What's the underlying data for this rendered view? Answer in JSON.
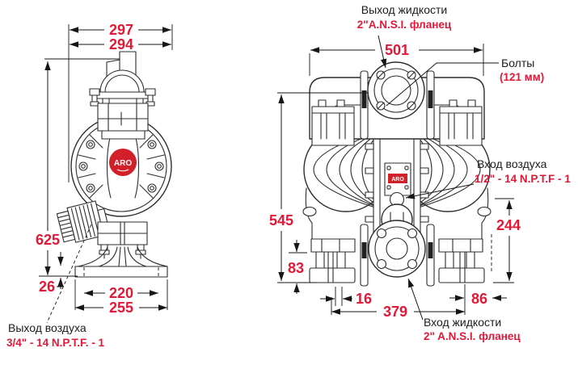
{
  "colors": {
    "dimension_red": "#e31837",
    "line_black": "#1a1a1a",
    "badge_red": "#d1202a"
  },
  "side_view": {
    "badge_text": "ARO",
    "dims": {
      "width_outer": "297",
      "width_body": "294",
      "height_total": "625",
      "base_thickness": "26",
      "bolt_span": "220",
      "base_width": "255"
    },
    "air_exhaust_label": "Выход воздуха",
    "air_exhaust_spec": "3/4\" - 14 N.P.T.F. - 1"
  },
  "front_view": {
    "plate_text": "ARO",
    "dims": {
      "width_total": "501",
      "height_total": "545",
      "foot_height": "83",
      "air_inlet_height": "244",
      "foot_width": "16",
      "feet_span": "379",
      "side_offset": "86"
    },
    "fluid_outlet_label": "Выход жидкости",
    "fluid_outlet_spec": "2\"A.N.S.I. фланец",
    "bolts_label": "Болты",
    "bolts_spec": "(121 мм)",
    "air_inlet_label": "Вход воздуха",
    "air_inlet_spec": "1/2\" - 14 N.P.T.F - 1",
    "fluid_inlet_label": "Вход жидкости",
    "fluid_inlet_spec": "2\" A.N.S.I. фланец"
  }
}
